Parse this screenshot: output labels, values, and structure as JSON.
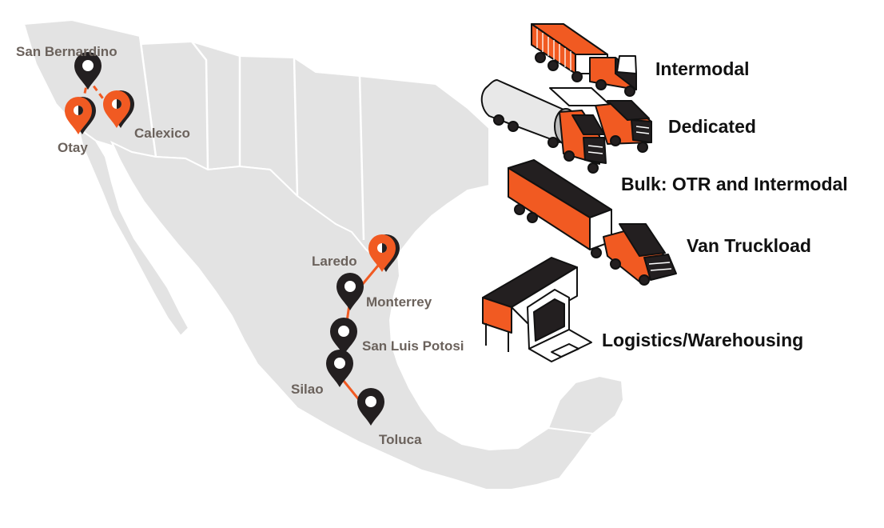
{
  "colors": {
    "land": "#e3e3e3",
    "border": "#ffffff",
    "accent": "#f15a22",
    "pin_dark": "#231f20",
    "city_text": "#6b625c",
    "ink": "#111111"
  },
  "map": {
    "routes": [
      {
        "from": "san-bernardino",
        "to": "otay",
        "style": "dashed"
      },
      {
        "from": "san-bernardino",
        "to": "calexico",
        "style": "dashed"
      },
      {
        "from": "laredo",
        "to": "monterrey",
        "style": "solid"
      },
      {
        "from": "monterrey",
        "to": "san-luis-potosi",
        "style": "solid"
      },
      {
        "from": "san-luis-potosi",
        "to": "silao",
        "style": "solid"
      },
      {
        "from": "silao",
        "to": "toluca",
        "style": "solid"
      }
    ],
    "cities": [
      {
        "id": "san-bernardino",
        "name": "San Bernardino",
        "pin": "dark"
      },
      {
        "id": "otay",
        "name": "Otay",
        "pin": "orange"
      },
      {
        "id": "calexico",
        "name": "Calexico",
        "pin": "orange"
      },
      {
        "id": "laredo",
        "name": "Laredo",
        "pin": "orange"
      },
      {
        "id": "monterrey",
        "name": "Monterrey",
        "pin": "dark"
      },
      {
        "id": "san-luis-potosi",
        "name": "San Luis Potosi",
        "pin": "dark"
      },
      {
        "id": "silao",
        "name": "Silao",
        "pin": "dark"
      },
      {
        "id": "toluca",
        "name": "Toluca",
        "pin": "dark"
      }
    ]
  },
  "services": [
    {
      "id": "intermodal",
      "label": "Intermodal",
      "icon": "intermodal-truck-icon"
    },
    {
      "id": "dedicated",
      "label": "Dedicated",
      "icon": "dedicated-truck-icon"
    },
    {
      "id": "bulk",
      "label": "Bulk: OTR and Intermodal",
      "icon": "tanker-truck-icon"
    },
    {
      "id": "van",
      "label": "Van Truckload",
      "icon": "van-truck-icon"
    },
    {
      "id": "logistics",
      "label": "Logistics/Warehousing",
      "icon": "warehouse-laptop-icon"
    }
  ]
}
